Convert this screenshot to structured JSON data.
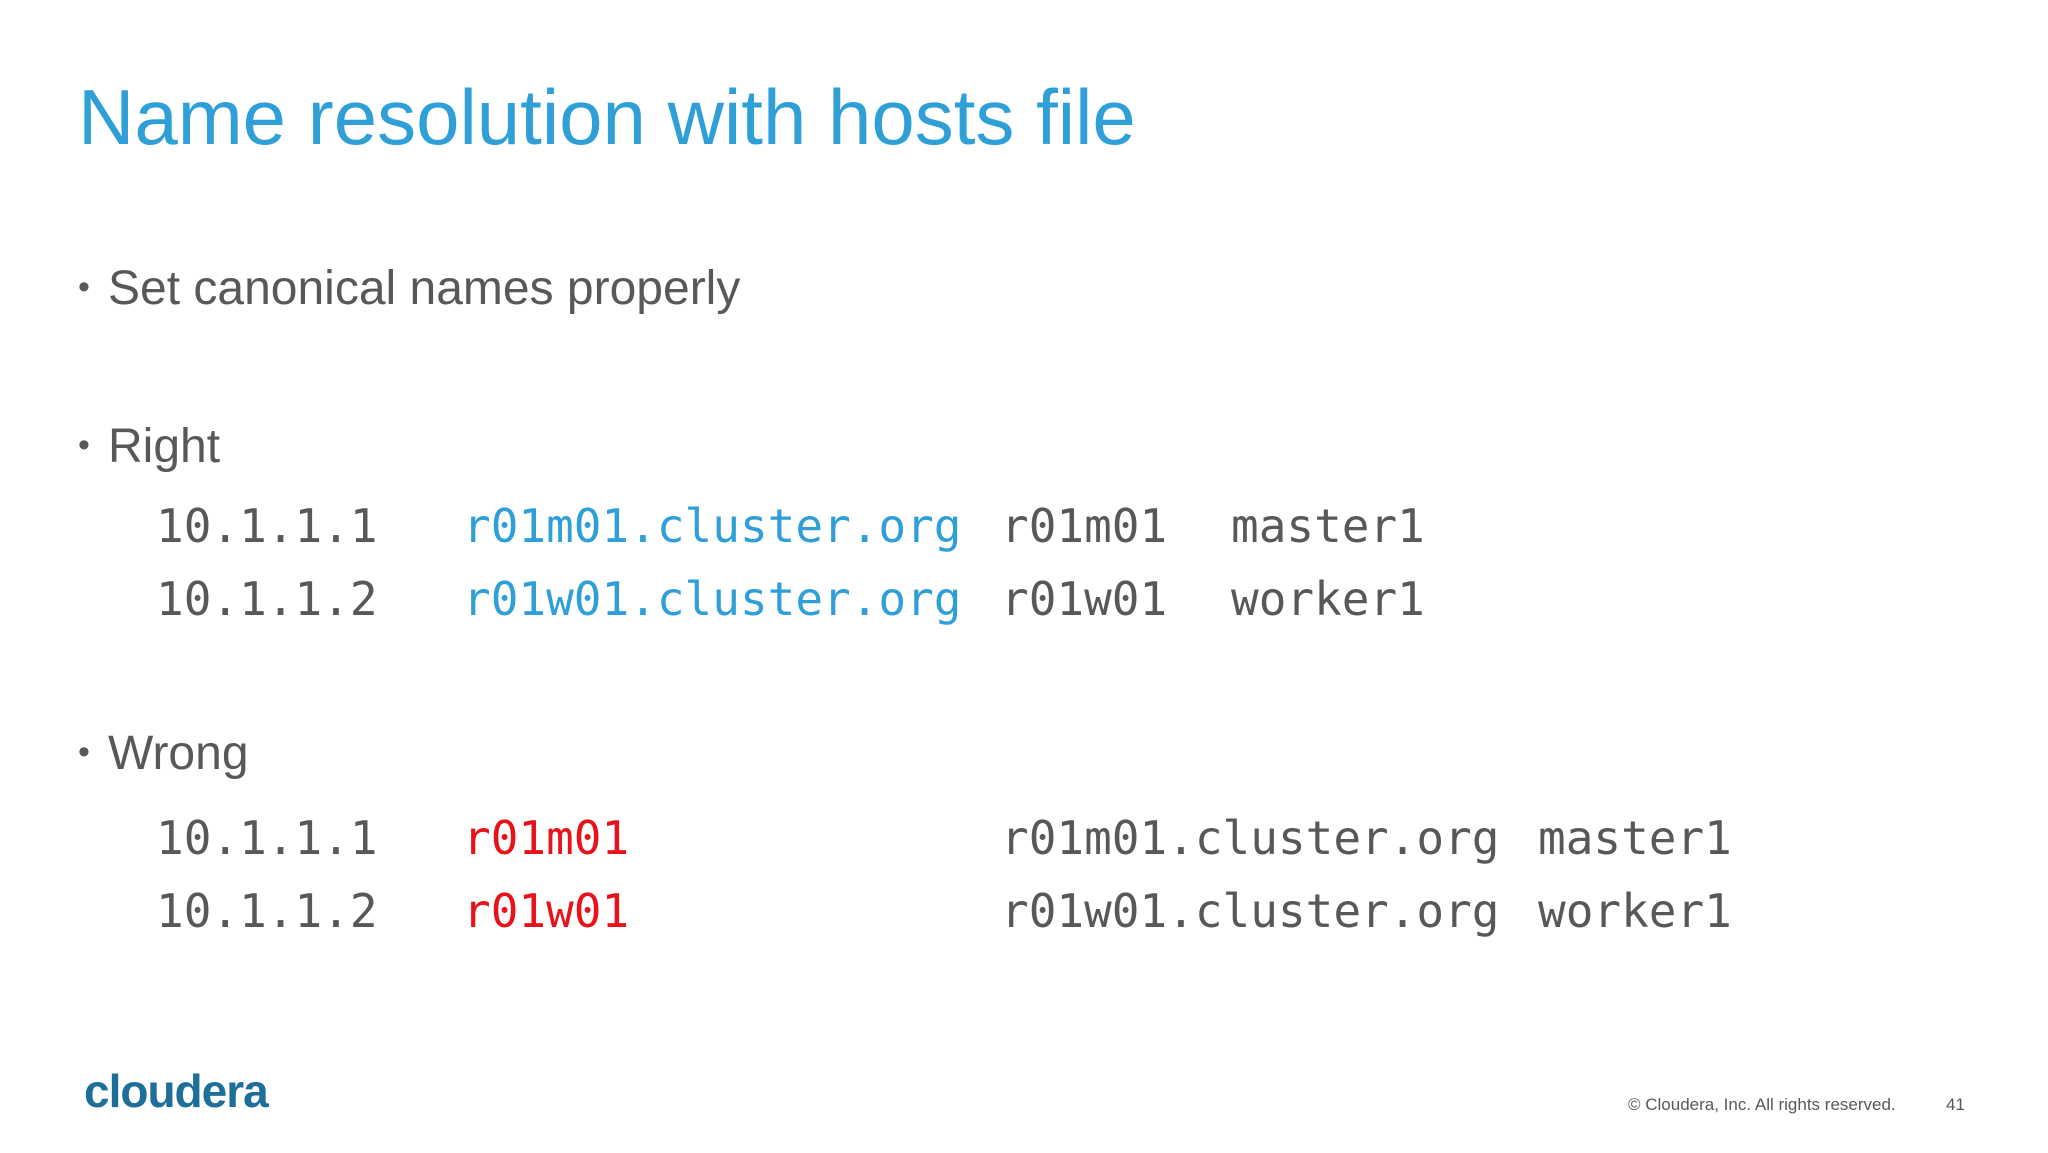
{
  "slide": {
    "title": "Name resolution with hosts file",
    "bullets": [
      {
        "marker": "•",
        "text": "Set canonical names properly"
      },
      {
        "marker": "•",
        "text": "Right"
      },
      {
        "marker": "•",
        "text": "Wrong"
      }
    ],
    "right_rows": [
      {
        "ip": "10.1.1.1",
        "fqdn": "r01m01.cluster.org",
        "short": "r01m01",
        "alias": "master1"
      },
      {
        "ip": "10.1.1.2",
        "fqdn": "r01w01.cluster.org",
        "short": "r01w01",
        "alias": "worker1"
      }
    ],
    "wrong_rows": [
      {
        "ip": "10.1.1.1",
        "short": "r01m01",
        "fqdn": "r01m01.cluster.org",
        "alias": "master1"
      },
      {
        "ip": "10.1.1.2",
        "short": "r01w01",
        "fqdn": "r01w01.cluster.org",
        "alias": "worker1"
      }
    ]
  },
  "footer": {
    "logo": "cloudera",
    "copyright": "© Cloudera, Inc. All rights reserved.",
    "page_number": "41"
  },
  "colors": {
    "title": "#2f9fd8",
    "body_text": "#58585a",
    "highlight_right": "#2f9fd8",
    "highlight_wrong": "#e8121a",
    "logo": "#1d6f9a"
  }
}
